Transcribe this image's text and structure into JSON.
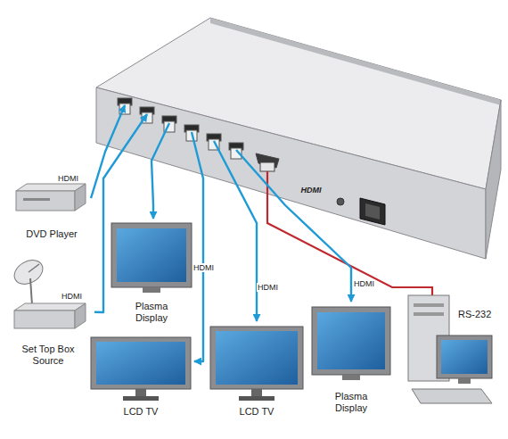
{
  "diagram": {
    "nodes": [
      {
        "text": [
          "HDMI"
        ]
      },
      {
        "text": [
          "DVD Player"
        ]
      },
      {
        "text": [
          "Set Top Box Source"
        ]
      },
      {
        "text": [
          "Plasma Display"
        ]
      },
      {
        "text": [
          "LCD TV"
        ]
      },
      {
        "text": [
          "LCD TV"
        ]
      },
      {
        "text": [
          "Plasma Display"
        ]
      }
    ],
    "edges": [
      {
        "from": 1,
        "to": 0,
        "arrow": "to",
        "label": "HDMI"
      },
      {
        "from": 2,
        "to": 0,
        "arrow": "to",
        "label": "HDMI"
      },
      {
        "from": 0,
        "to": 3,
        "arrow": "to"
      },
      {
        "from": 0,
        "to": 4,
        "arrow": "to",
        "label": "HDMI"
      },
      {
        "from": 0,
        "to": 5,
        "arrow": "to",
        "label": "HDMI"
      },
      {
        "from": 0,
        "to": 6,
        "arrow": "to",
        "label": "HDMI"
      }
    ],
    "labels": [
      "RS-232"
    ]
  }
}
